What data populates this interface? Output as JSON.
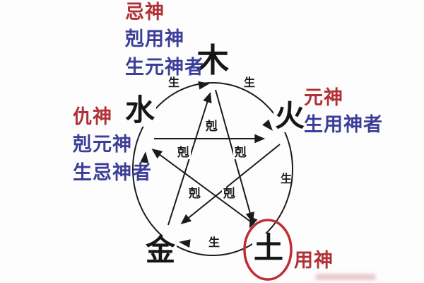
{
  "colors": {
    "annotation_red": "#b03036",
    "annotation_blue": "#3b3e99",
    "ink_black": "#1b1b1b",
    "highlight_circle_red": "#bf2c34"
  },
  "elements": {
    "wood": "木",
    "fire": "火",
    "earth": "土",
    "metal": "金",
    "water": "水"
  },
  "cycle": {
    "sheng": "生",
    "ke": "剋"
  },
  "annotations": {
    "top_left": {
      "line1": "忌神",
      "line2": "剋用神",
      "line3": "生元神者"
    },
    "left": {
      "line1": "仇神",
      "line2": "剋元神",
      "line3": "生忌神者"
    },
    "right": {
      "line1": "元神",
      "line2": "生用神者"
    },
    "bottom_right": {
      "label": "用神"
    }
  }
}
